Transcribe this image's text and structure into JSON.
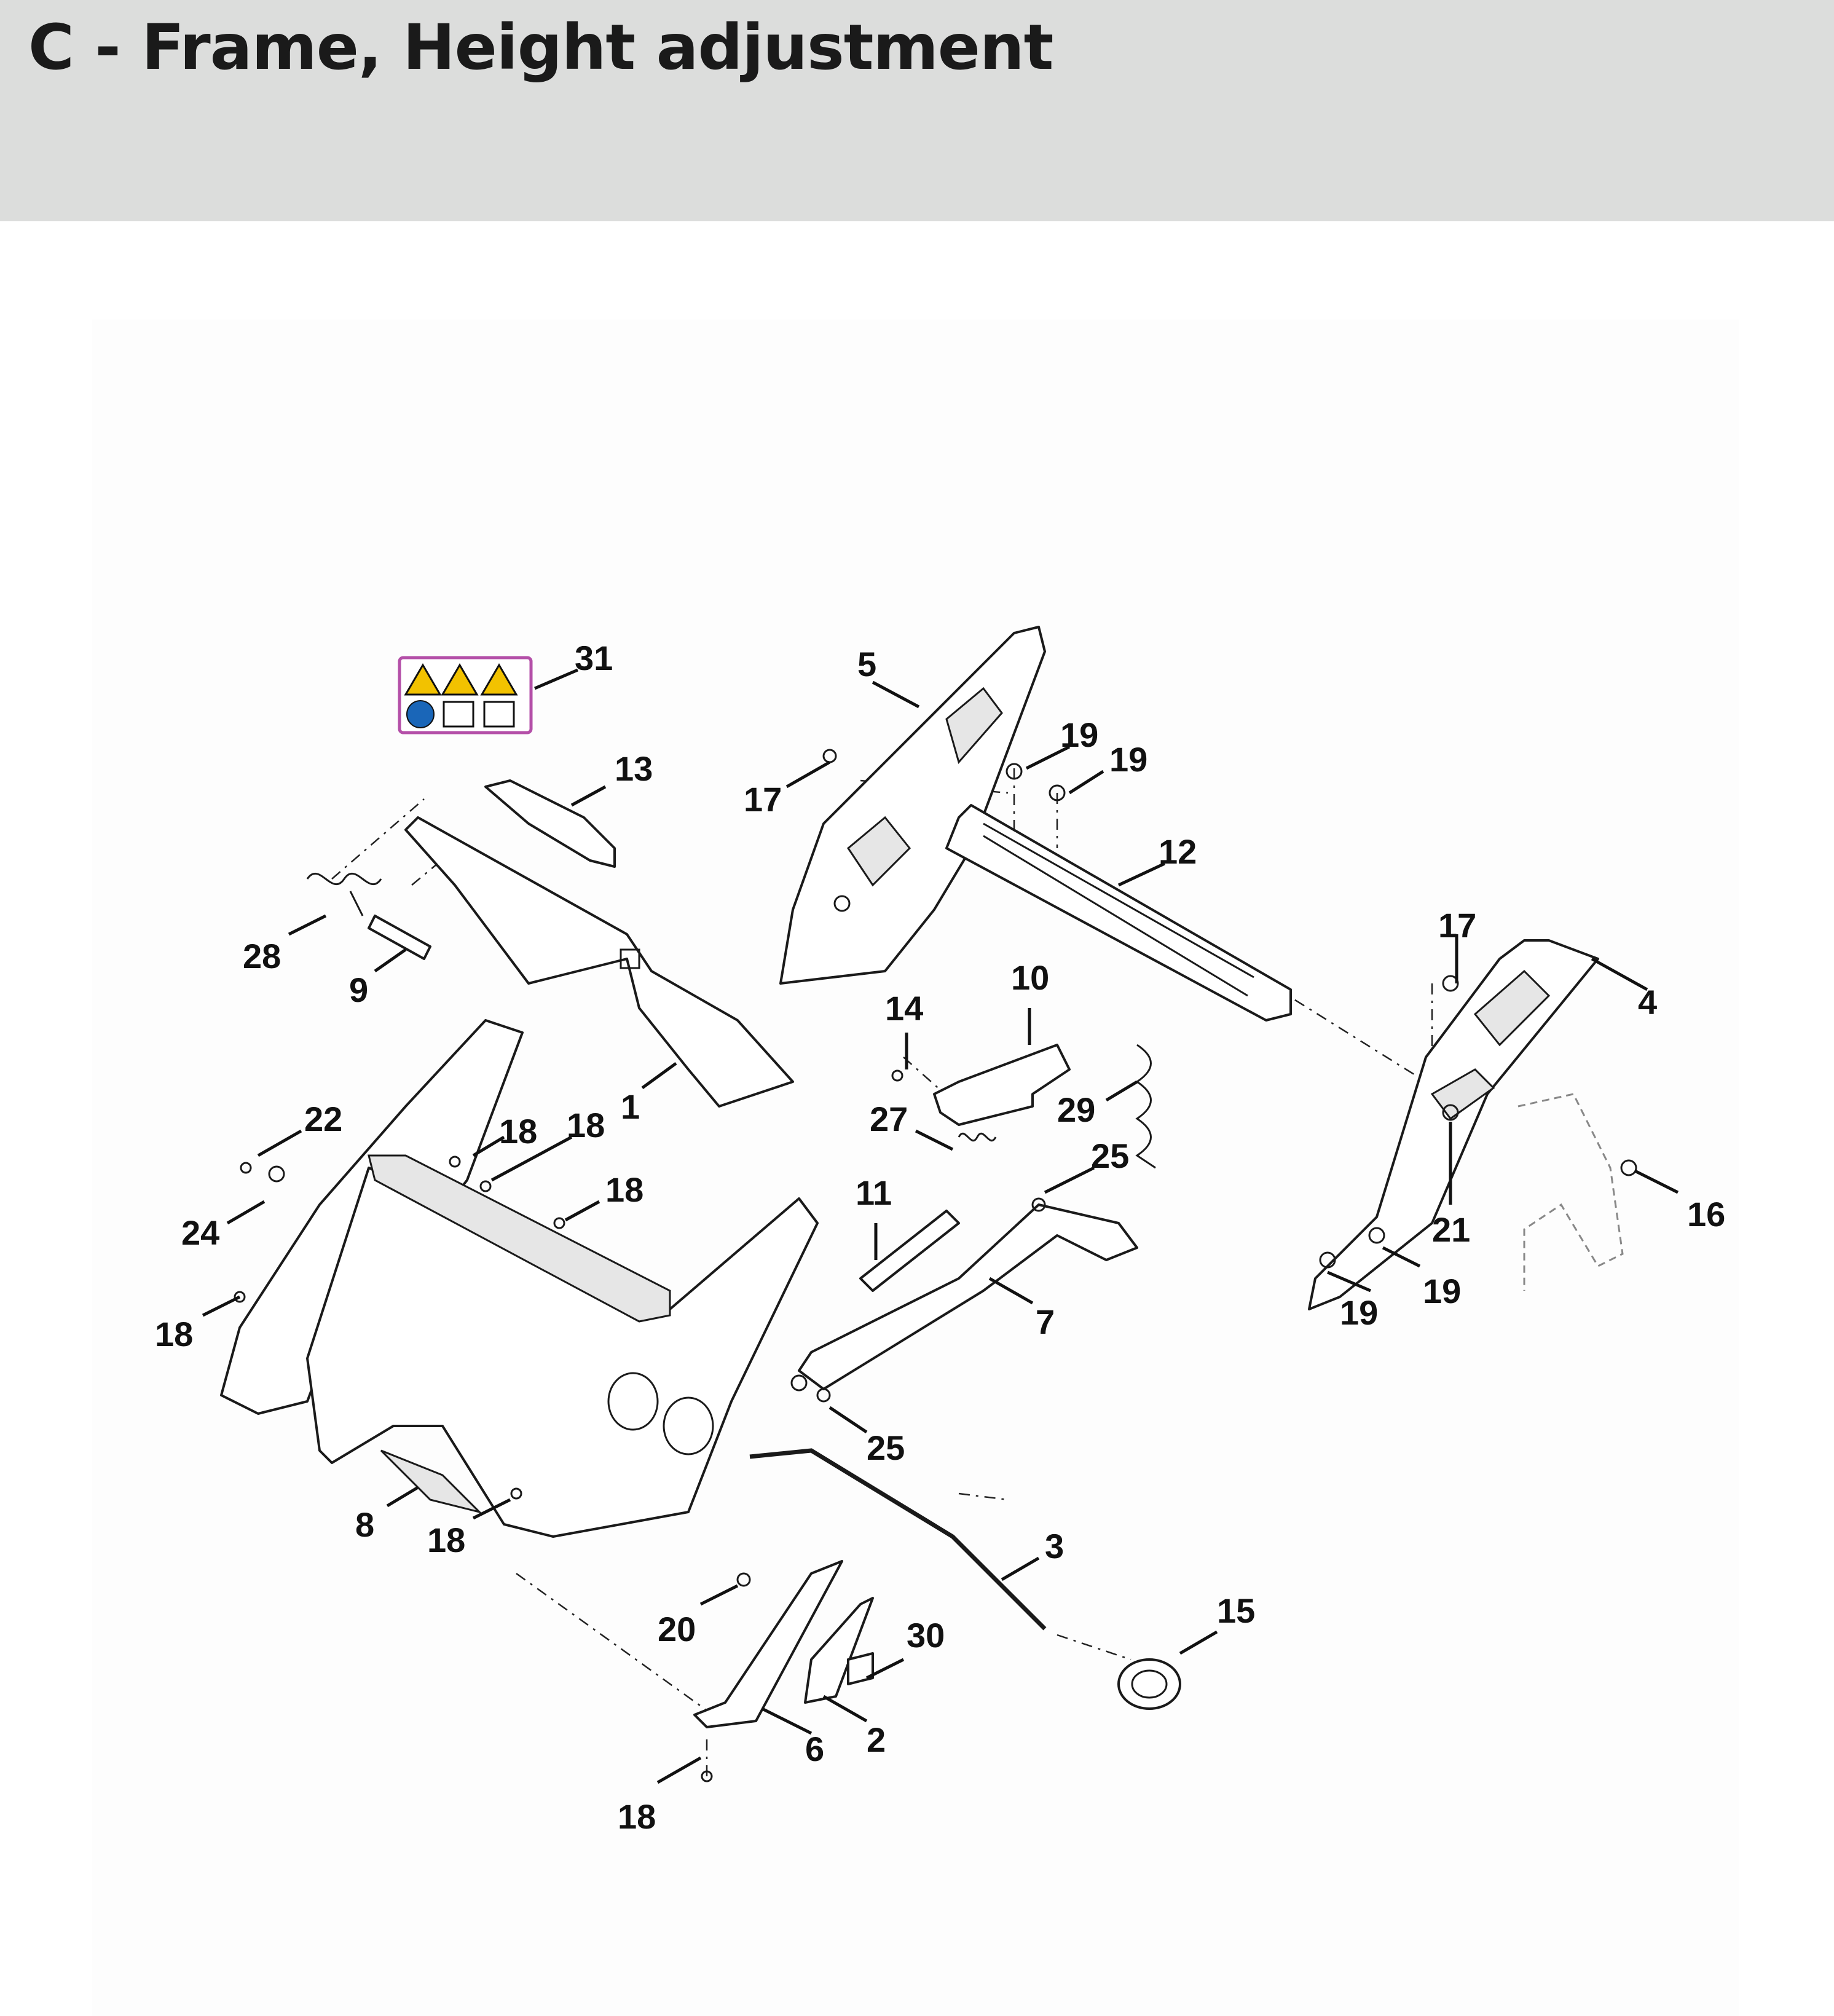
{
  "header": {
    "title": "C - Frame, Height adjustment",
    "background": "#dcdddc"
  },
  "diagram": {
    "label_color": "#111111",
    "warning_label_border": "#b44fa8",
    "warning_color": "#f2c200",
    "info_color": "#1a66b8",
    "callouts": [
      "31",
      "5",
      "19",
      "19",
      "17",
      "13",
      "12",
      "28",
      "9",
      "17",
      "4",
      "14",
      "10",
      "1",
      "22",
      "18",
      "18",
      "27",
      "29",
      "25",
      "18",
      "16",
      "21",
      "24",
      "11",
      "19",
      "19",
      "18",
      "7",
      "25",
      "8",
      "18",
      "3",
      "15",
      "20",
      "30",
      "6",
      "2",
      "18"
    ]
  }
}
